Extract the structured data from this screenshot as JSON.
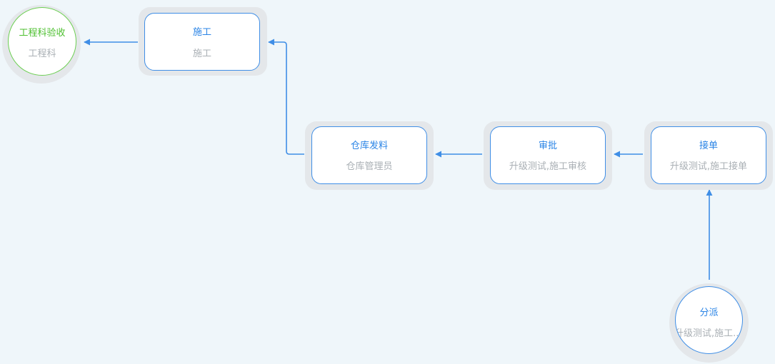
{
  "colors": {
    "background": "#eff6fa",
    "node_border": "#3f8ee6",
    "node_title": "#2a84e6",
    "node_subtitle": "#aab0b5",
    "completed_border": "#6ccf52",
    "completed_title": "#4cbf2e",
    "edge": "#3f8ee6"
  },
  "nodes": {
    "dispatch": {
      "title": "分派",
      "subtitle": "升级测试,施工..."
    },
    "accept": {
      "title": "接单",
      "subtitle": "升级测试,施工接单"
    },
    "approve": {
      "title": "审批",
      "subtitle": "升级测试,施工审核"
    },
    "warehouse": {
      "title": "仓库发料",
      "subtitle": "仓库管理员"
    },
    "construction": {
      "title": "施工",
      "subtitle": "施工"
    },
    "acceptance": {
      "title": "工程科验收",
      "subtitle": "工程科",
      "status": "completed"
    }
  },
  "edges": [
    {
      "from": "dispatch",
      "to": "accept"
    },
    {
      "from": "accept",
      "to": "approve"
    },
    {
      "from": "approve",
      "to": "warehouse"
    },
    {
      "from": "warehouse",
      "to": "construction"
    },
    {
      "from": "construction",
      "to": "acceptance"
    }
  ]
}
